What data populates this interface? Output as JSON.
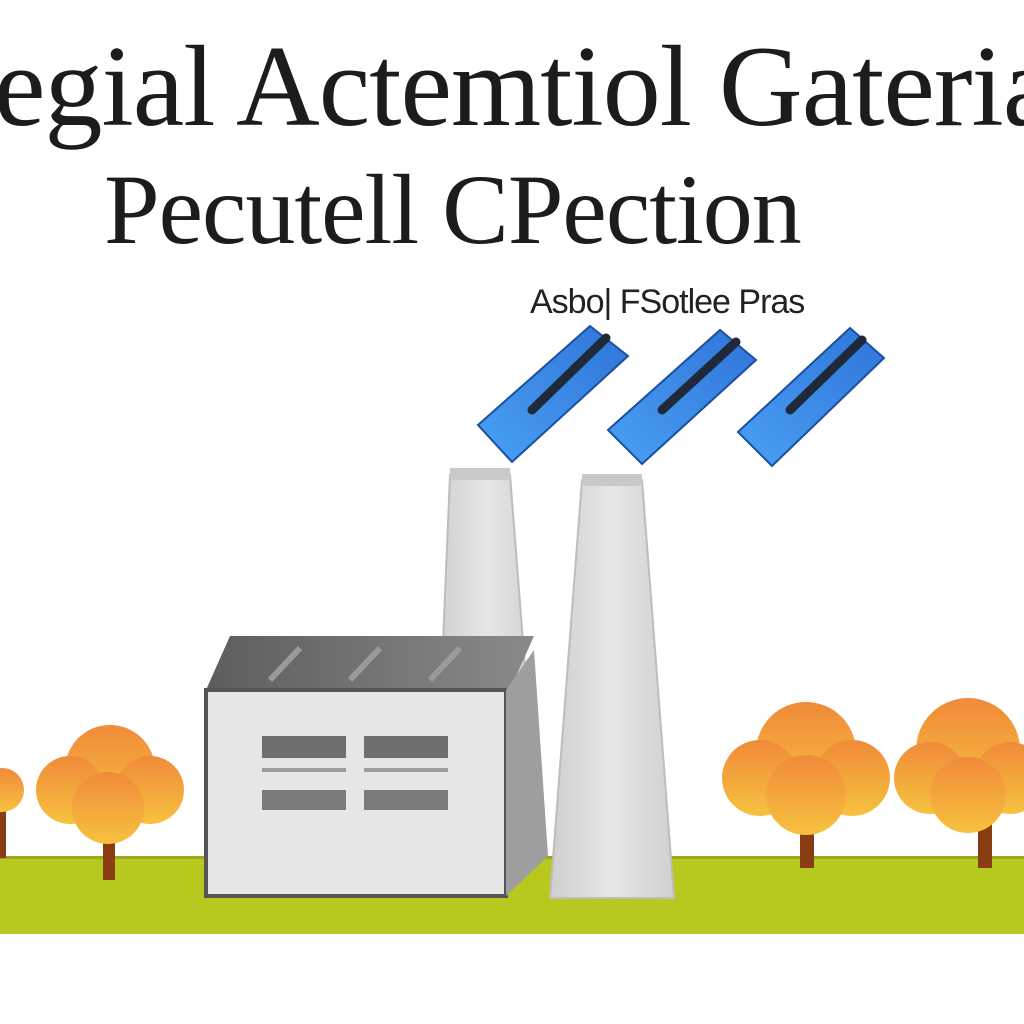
{
  "headline": {
    "line1": "egial Actemtiol Gateriai",
    "line2": "Pecutell CPection"
  },
  "caption": "Asbo| FSotlee Pras",
  "colors": {
    "ground": "#b7c81e",
    "tree_foliage_top": "#f08a3a",
    "tree_foliage_bottom": "#f6c23e",
    "tree_trunk": "#8a3d12",
    "panel_blue": "#3f8ef0",
    "panel_dark": "#1e2a3a",
    "chimney": "#d9d9d9",
    "building_wall": "#e4e4e4",
    "building_roof": "#6e6e6e"
  },
  "icons": [
    "solar-panel-icon",
    "factory-icon",
    "tree-icon",
    "chimney-icon"
  ]
}
